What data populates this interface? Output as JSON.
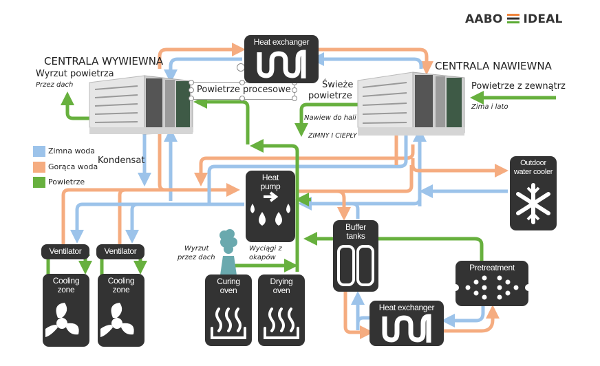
{
  "logo": {
    "left": "AABO",
    "right": "IDEAL",
    "bar_colors": [
      "#f0843c",
      "#333333",
      "#5aaa32"
    ]
  },
  "colors": {
    "cold_water": "#9cc3ea",
    "hot_water": "#f5ac80",
    "air": "#67b03e",
    "box": "#333333"
  },
  "legend": [
    {
      "label": "Zimna woda",
      "color": "#9cc3ea"
    },
    {
      "label": "Gorąca woda",
      "color": "#f5ac80"
    },
    {
      "label": "Powietrze",
      "color": "#67b03e"
    }
  ],
  "labels": {
    "centrala_wywiewna": "CENTRALA WYWIEWNA",
    "wyrzut_powietrza": "Wyrzut powietrza",
    "przez_dach": "Przez dach",
    "centrala_nawiewna": "CENTRALA NAWIEWNA",
    "powietrze_z_zewnatrz": "Powietrze z zewnątrz",
    "zima_i_lato": "Zima i lato",
    "swieze_1": "Świeże",
    "swieze_2": "powietrze",
    "nawiew_do_hali": "Nawiew do hali",
    "zimny_i_cieply": "ZIMNY I CIEPŁY",
    "powietrze_procesowe": "Powietrze procesowe",
    "kondensat": "Kondensat",
    "wyrzut_dach_1": "Wyrzut",
    "wyrzut_dach_2": "przez dach",
    "wyciagi_1": "Wyciągi z",
    "wyciagi_2": "okapów"
  },
  "boxes": {
    "heat_exchanger_top": "Heat exchanger",
    "heat_pump_1": "Heat",
    "heat_pump_2": "pump",
    "outdoor_cooler_1": "Outdoor",
    "outdoor_cooler_2": "water cooler",
    "ventilator_1": "Ventilator",
    "ventilator_2": "Ventilator",
    "cooling_zone_1a": "Cooling",
    "cooling_zone_1b": "zone",
    "cooling_zone_2a": "Cooling",
    "cooling_zone_2b": "zone",
    "curing_1": "Curing",
    "curing_2": "oven",
    "drying_1": "Drying",
    "drying_2": "oven",
    "buffer_1": "Buffer",
    "buffer_2": "tanks",
    "heat_exchanger_bottom": "Heat exchanger",
    "pretreatment": "Pretreatment"
  }
}
